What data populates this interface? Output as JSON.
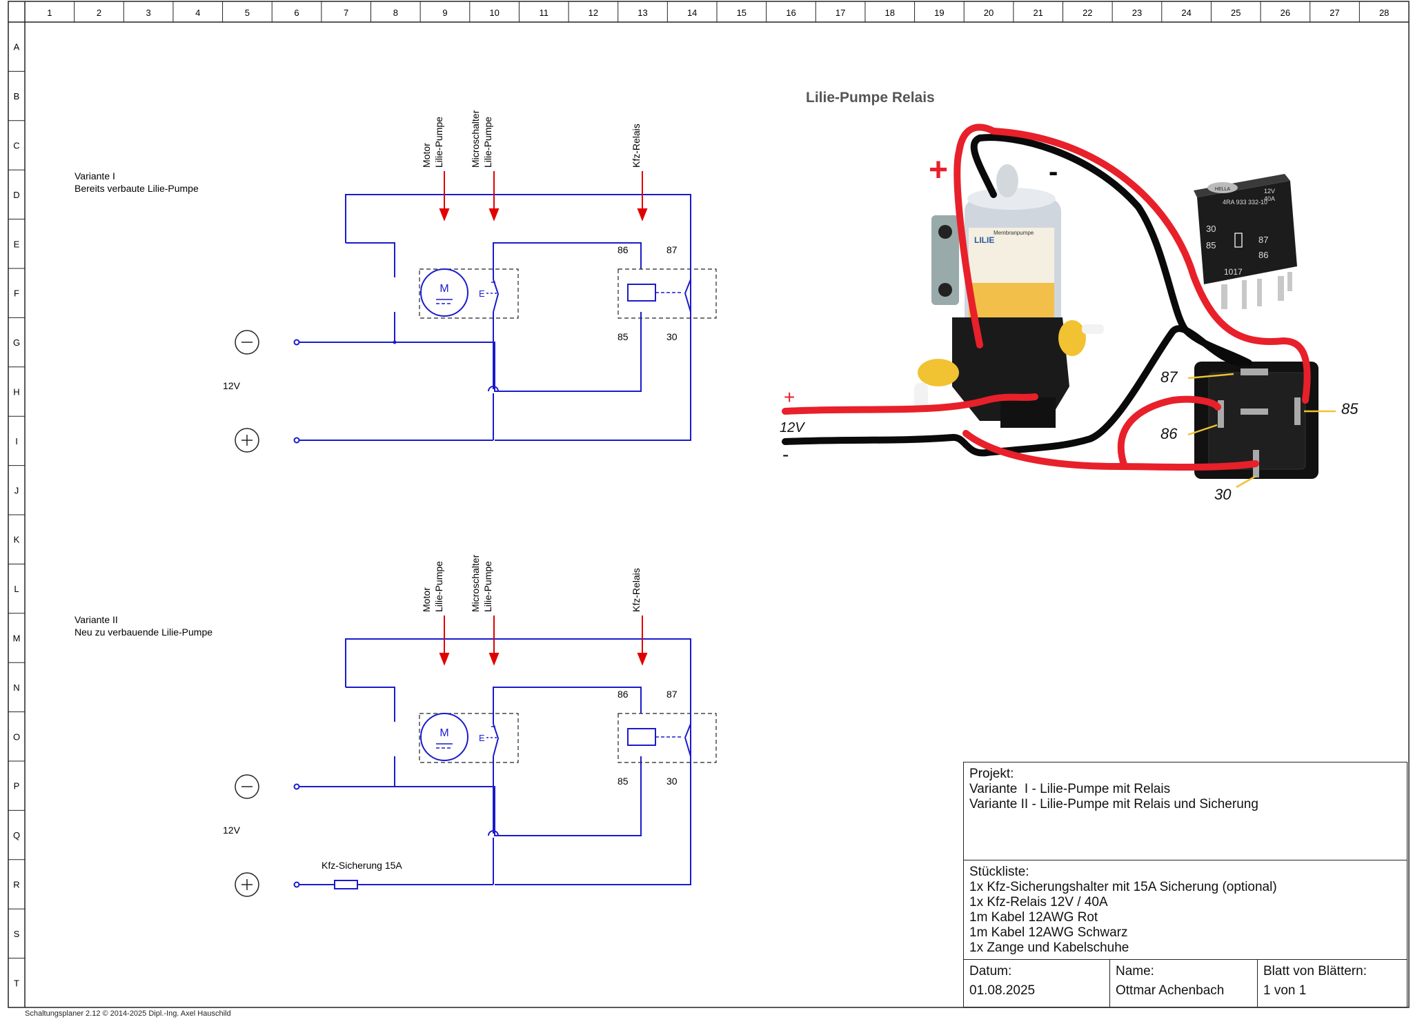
{
  "grid": {
    "columns": [
      "1",
      "2",
      "3",
      "4",
      "5",
      "6",
      "7",
      "8",
      "9",
      "10",
      "11",
      "12",
      "13",
      "14",
      "15",
      "16",
      "17",
      "18",
      "19",
      "20",
      "21",
      "22",
      "23",
      "24",
      "25",
      "26",
      "27",
      "28"
    ],
    "rows": [
      "A",
      "B",
      "C",
      "D",
      "E",
      "F",
      "G",
      "H",
      "I",
      "J",
      "K",
      "L",
      "M",
      "N",
      "O",
      "P",
      "Q",
      "R",
      "S",
      "T"
    ]
  },
  "variant1": {
    "title": "Variante I",
    "subtitle": "Bereits verbaute Lilie-Pumpe",
    "voltage": "12V",
    "motor_label": [
      "Motor",
      "Lilie-Pumpe"
    ],
    "switch_label": [
      "Microschalter",
      "Lilie-Pumpe"
    ],
    "relay_label": "Kfz-Relais",
    "pin86": "86",
    "pin87": "87",
    "pin85": "85",
    "pin30": "30",
    "motor_symbol": "M",
    "switch_symbol": "E"
  },
  "variant2": {
    "title": "Variante II",
    "subtitle": "Neu zu verbauende Lilie-Pumpe",
    "voltage": "12V",
    "fuse_label": "Kfz-Sicherung 15A",
    "motor_label": [
      "Motor",
      "Lilie-Pumpe"
    ],
    "switch_label": [
      "Microschalter",
      "Lilie-Pumpe"
    ],
    "relay_label": "Kfz-Relais",
    "pin86": "86",
    "pin87": "87",
    "pin85": "85",
    "pin30": "30",
    "motor_symbol": "M",
    "switch_symbol": "E"
  },
  "photo": {
    "title": "Lilie-Pumpe Relais",
    "plus": "+",
    "minus": "-",
    "plus_12v": "+",
    "label_12v": "12V",
    "minus_12v": "-",
    "pin87": "87",
    "pin85": "85",
    "pin86": "86",
    "pin30": "30",
    "relay_pins": [
      "30",
      "87",
      "85",
      "86"
    ],
    "relay_code": "1017",
    "relay_spec": [
      "12V",
      "40A"
    ],
    "relay_part": "4RA 933 332-10",
    "brand": "HELLA",
    "pump_brand": "LILIE",
    "pump_text": "Membranpumpe"
  },
  "title_block": {
    "project_label": "Projekt:",
    "project_lines": [
      "Variante  I - Lilie-Pumpe mit Relais",
      "Variante II - Lilie-Pumpe mit Relais und Sicherung"
    ],
    "bom_label": "Stückliste:",
    "bom_lines": [
      "1x Kfz-Sicherungshalter mit 15A Sicherung (optional)",
      "1x Kfz-Relais 12V / 40A",
      "1m Kabel 12AWG Rot",
      "1m Kabel 12AWG Schwarz",
      "1x Zange und Kabelschuhe"
    ],
    "date_label": "Datum:",
    "date_value": "01.08.2025",
    "name_label": "Name:",
    "name_value": "Ottmar Achenbach",
    "sheet_label": "Blatt von Blättern:",
    "sheet_value": "1 von 1"
  },
  "footer": "Schaltungsplaner 2.12   © 2014-2025 Dipl.-Ing. Axel Hauschild",
  "colors": {
    "wire": "#1a1acc",
    "arrow": "#e00000",
    "red_cable": "#e8202a",
    "black_cable": "#0a0a0a"
  }
}
